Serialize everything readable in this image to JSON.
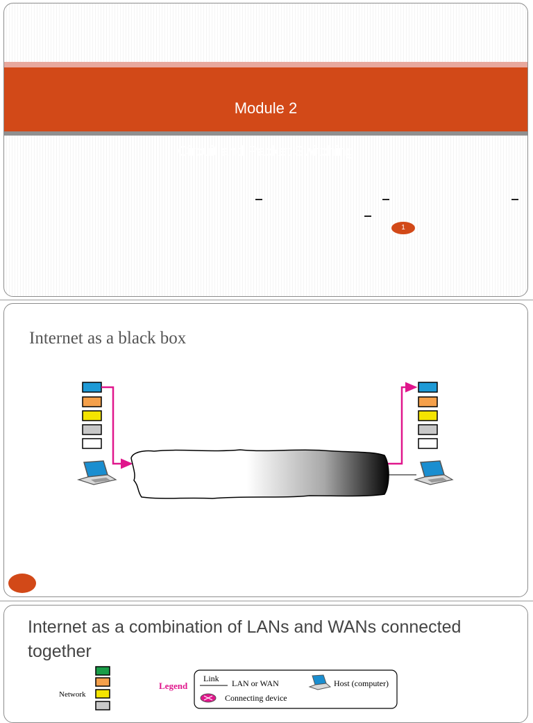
{
  "slide1": {
    "module_title": "Module 2",
    "subtitle": "Circuit and Packet Switching",
    "page_number": "1"
  },
  "slide2": {
    "title": "Internet as a black box"
  },
  "slide3": {
    "title": "Internet as a combination of LANs and WANs connected together",
    "network_label": "Network",
    "legend": {
      "label": "Legend",
      "link": "Link",
      "lan_wan": "LAN or WAN",
      "connecting_device": "Connecting device",
      "host": "Host (computer)"
    }
  },
  "colors": {
    "accent": "#d24918",
    "magenta_arrow": "#e0168c",
    "layer_colors": [
      "#1e9ad6",
      "#f5a04a",
      "#f4e400",
      "#c8c8c8",
      "#ffffff"
    ]
  }
}
